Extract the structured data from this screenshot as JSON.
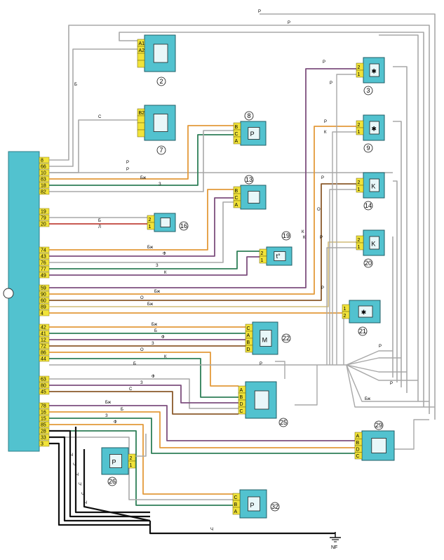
{
  "colors": {
    "ecu": "#52c2cf",
    "pin_strip": "#f1e33a",
    "component": "#52c2cf",
    "connector": "#f1e33a",
    "wire_grey": "#a8a8a8",
    "wire_orange": "#e39a3a",
    "wire_green": "#2e7f57",
    "wire_purple": "#7d4f7e",
    "wire_brown": "#8b5a2b",
    "wire_red": "#c0433a",
    "wire_black": "#111111",
    "wire_beige": "#d8c58a"
  },
  "ecu": {
    "pins": [
      "8",
      "66",
      "10",
      "83",
      "18",
      "82",
      "19",
      "79",
      "20",
      "74",
      "43",
      "76",
      "77",
      "49",
      "59",
      "90",
      "60",
      "89",
      "4",
      "42",
      "41",
      "12",
      "72",
      "86",
      "44",
      "63",
      "80",
      "45",
      "78",
      "16",
      "15",
      "85",
      "28",
      "33",
      "3"
    ]
  },
  "components": [
    {
      "id": "2",
      "pins": [
        "A1",
        "A2",
        "",
        ""
      ],
      "icon": "relay-icon"
    },
    {
      "id": "7",
      "pins": [
        "B2",
        "",
        "",
        ""
      ],
      "icon": "relay-icon"
    },
    {
      "id": "8",
      "pins": [
        "B",
        "C",
        "A"
      ],
      "icon": "pressure-sensor-icon",
      "glyph": "P"
    },
    {
      "id": "13",
      "pins": [
        "B",
        "C",
        "A"
      ],
      "icon": "throttle-sensor-icon"
    },
    {
      "id": "16",
      "pins": [
        "2",
        "1"
      ],
      "icon": "sensor-icon"
    },
    {
      "id": "19",
      "pins": [
        "2",
        "1"
      ],
      "icon": "temperature-sensor-icon",
      "glyph": "t°"
    },
    {
      "id": "3",
      "pins": [
        "2",
        "1"
      ],
      "icon": "injector-icon",
      "glyph": "✱"
    },
    {
      "id": "9",
      "pins": [
        "2",
        "1"
      ],
      "icon": "injector-icon",
      "glyph": "✱"
    },
    {
      "id": "14",
      "pins": [
        "2",
        "1"
      ],
      "icon": "injector-icon",
      "glyph": "K"
    },
    {
      "id": "20",
      "pins": [
        "2",
        "1"
      ],
      "icon": "injector-icon",
      "glyph": "K"
    },
    {
      "id": "21",
      "pins": [
        "1",
        "2"
      ],
      "icon": "valve-icon",
      "glyph": "✱"
    },
    {
      "id": "22",
      "pins": [
        "C",
        "A",
        "B",
        "D"
      ],
      "icon": "motor-icon",
      "glyph": "M"
    },
    {
      "id": "25",
      "pins": [
        "A",
        "B",
        "D",
        "C"
      ],
      "icon": "oxygen-sensor-icon"
    },
    {
      "id": "29",
      "pins": [
        "A",
        "B",
        "D",
        "C"
      ],
      "icon": "oxygen-sensor-icon"
    },
    {
      "id": "26",
      "pins": [
        "2",
        "1"
      ],
      "icon": "pressure-switch-icon",
      "glyph": "P"
    },
    {
      "id": "32",
      "pins": [
        "C",
        "B",
        "A"
      ],
      "icon": "pressure-sensor-icon",
      "glyph": "P"
    }
  ],
  "wire_labels": [
    "Р",
    "Р",
    "Р",
    "Р",
    "Б",
    "С",
    "Р",
    "Бж",
    "З",
    "Б",
    "Л",
    "Бж",
    "Ф",
    "З",
    "К",
    "К",
    "Бж",
    "О",
    "Бж",
    "Бж",
    "Б",
    "Ф",
    "З",
    "О",
    "К",
    "Б",
    "Р",
    "Ф",
    "З",
    "С",
    "Бж",
    "Б",
    "З",
    "Ф",
    "Ч",
    "Ч",
    "Ч",
    "Ч",
    "Ч",
    "Ч",
    "Ч",
    "Р",
    "Р",
    "Р",
    "Р",
    "Р",
    "О",
    "К",
    "К",
    "Бж",
    "Р",
    "Р"
  ],
  "ground": "NF"
}
